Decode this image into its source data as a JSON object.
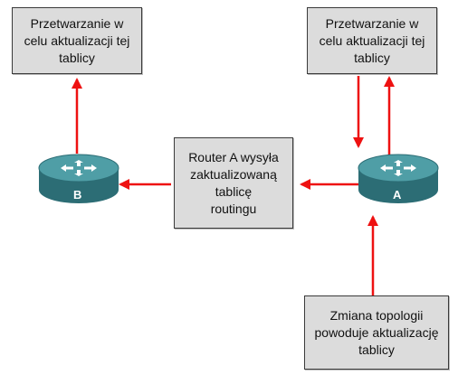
{
  "boxes": {
    "process_left": [
      "Przetwarzanie w",
      "celu aktualizacji tej",
      "tablicy"
    ],
    "process_right": [
      "Przetwarzanie w",
      "celu aktualizacji tej",
      "tablicy"
    ],
    "router_sends": [
      "Router A wysyła",
      "zaktualizowaną",
      "tablicę",
      "routingu"
    ],
    "topology_change": [
      "Zmiana topologii",
      "powoduje aktualizację",
      "tablicy"
    ]
  },
  "routers": {
    "left": "B",
    "right": "A"
  },
  "colors": {
    "arrow": "#ee1111",
    "box_fill": "#dcdcdc",
    "router_top": "#4f9ea6",
    "router_side": "#2c6d75"
  }
}
